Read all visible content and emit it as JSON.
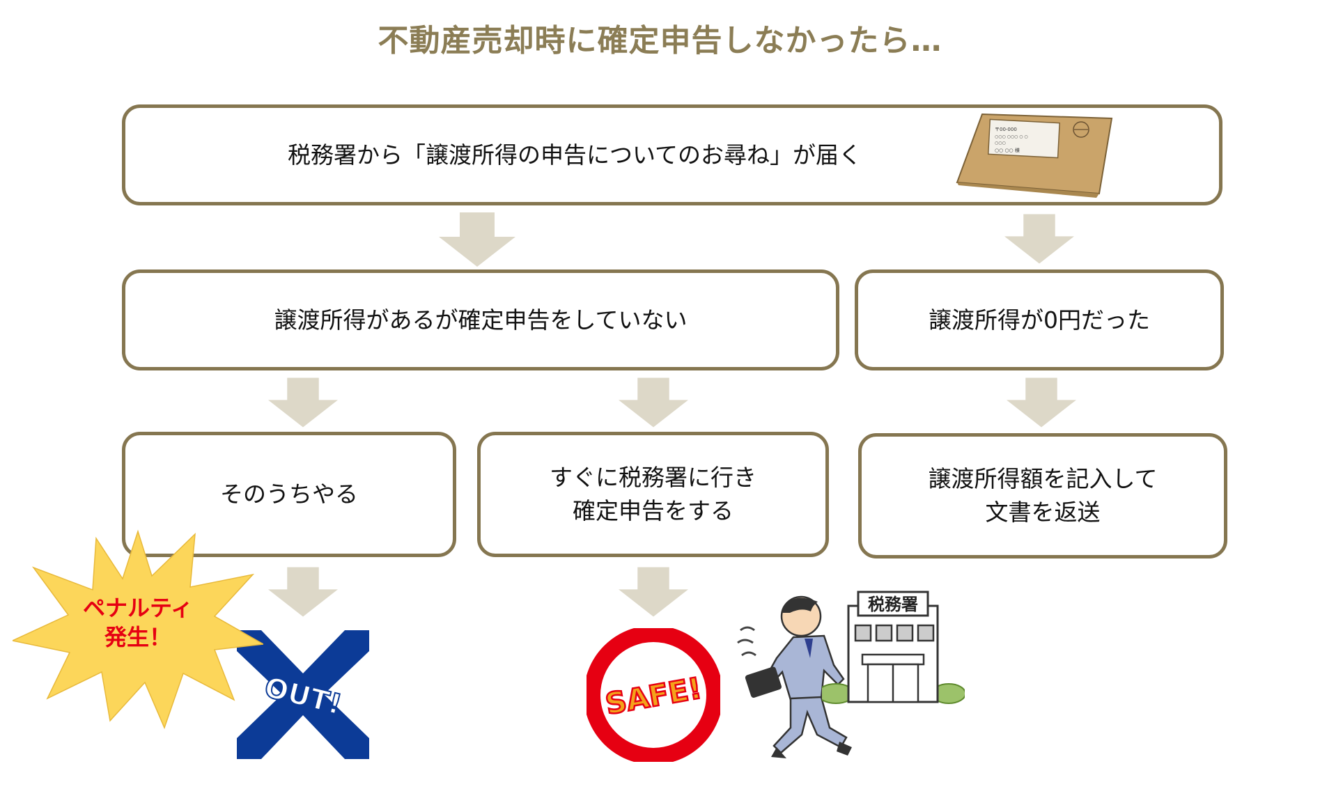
{
  "title": "不動産売却時に確定申告しなかったら…",
  "colors": {
    "title": "#8b7d55",
    "border": "#857650",
    "arrow": "#ddd8c8",
    "burst": "#fcd65a",
    "out_cross": "#0c3b97",
    "safe_ring": "#e60012",
    "penalty_text": "#e60012"
  },
  "boxes": {
    "notice": "税務署から「譲渡所得の申告についてのお尋ね」が届く",
    "not_filed": "譲渡所得があるが確定申告をしていない",
    "zero_income": "譲渡所得が0円だった",
    "later": "そのうちやる",
    "go_now": "すぐに税務署に行き\n確定申告をする",
    "return_doc": "譲渡所得額を記入して\n文書を返送"
  },
  "penalty": "ペナルティ\n発生！",
  "out_stamp": "OUT!",
  "safe_stamp": "SAFE!",
  "tax_office_sign": "税務署",
  "envelope": {
    "line1": "〒00-000",
    "line2": "○○○ ○○○ ○ ○",
    "line3": "○○○",
    "name": "○○ ○○ 様"
  },
  "icons": [
    "envelope-illustration",
    "burst-shape",
    "out-stamp-icon",
    "safe-stamp-icon",
    "running-businessman-illustration",
    "tax-office-building-illustration",
    "down-arrow-icon"
  ]
}
